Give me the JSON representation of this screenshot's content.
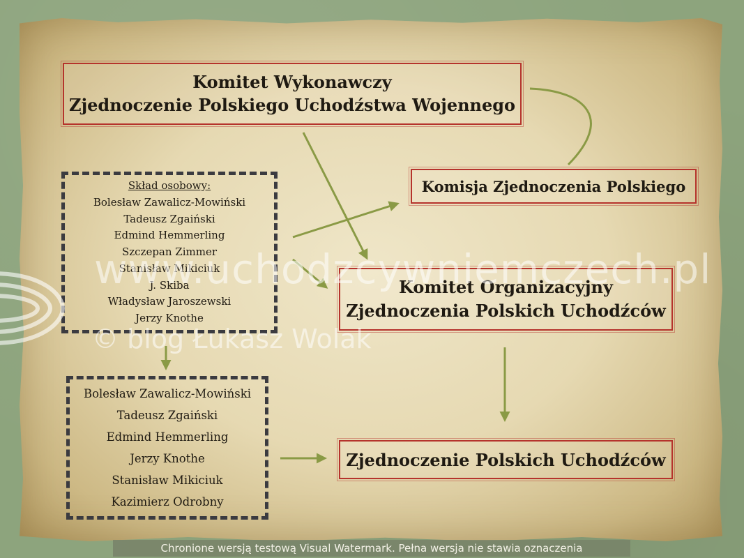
{
  "exec_committee": {
    "line1": "Komitet Wykonawczy",
    "line2": "Zjednoczenie Polskiego Uchodźstwa Wojennego"
  },
  "commission": {
    "label": "Komisja Zjednoczenia Polskiego"
  },
  "org_committee": {
    "line1": "Komitet Organizacyjny",
    "line2": "Zjednoczenia Polskich Uchodźców"
  },
  "union": {
    "label": "Zjednoczenie Polskich Uchodźców"
  },
  "sklad": {
    "heading": "Skład osobowy:",
    "members": [
      "Bolesław Zawalicz-Mowiński",
      "Tadeusz Zgaiński",
      "Edmind Hemmerling",
      "Szczepan Zimmer",
      "Stanisław Mikiciuk",
      "J. Skiba",
      "Władysław Jaroszewski",
      "Jerzy Knothe"
    ]
  },
  "second_group": {
    "members": [
      "Bolesław Zawalicz-Mowiński",
      "Tadeusz Zgaiński",
      "Edmind Hemmerling",
      "Jerzy Knothe",
      "Stanisław Mikiciuk",
      "Kazimierz Odrobny"
    ]
  },
  "watermark": {
    "url": "www.uchodzcywniemczech.pl",
    "blog": "© blog Łukasz Wolak"
  },
  "footer": {
    "notice": "Chronione wersją testową Visual Watermark. Pełna wersja nie stawia oznaczenia"
  },
  "colors": {
    "box_border": "#b5332c",
    "arrow": "#8a9a45",
    "dashed_border": "#3b3b40",
    "background": "#8da47d"
  }
}
